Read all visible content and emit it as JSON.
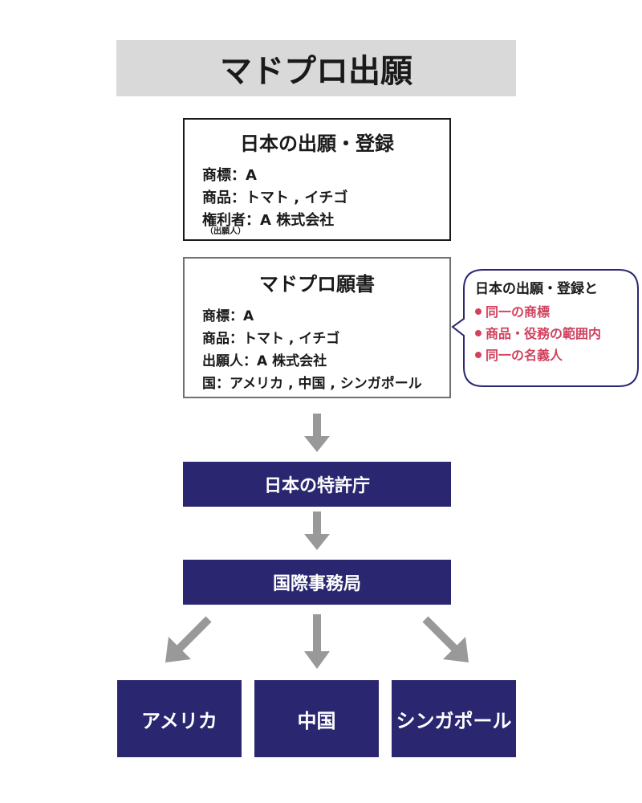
{
  "header": {
    "title": "マドプロ出願"
  },
  "japan_box": {
    "title": "日本の出願・登録",
    "lines": [
      "商標：A",
      "商品：トマト , イチゴ",
      "権利者：A 株式会社"
    ],
    "note": "（出願人）"
  },
  "madrid_box": {
    "title": "マドプロ願書",
    "lines": [
      "商標：A",
      "商品：トマト , イチゴ",
      "出願人：A 株式会社",
      "国：アメリカ , 中国 , シンガポール"
    ]
  },
  "callout": {
    "title": "日本の出願・登録と",
    "items": [
      "同一の商標",
      "商品・役務の範囲内",
      "同一の名義人"
    ],
    "accent_color": "#d1425f"
  },
  "flow": {
    "office": "日本の特許庁",
    "bureau": "国際事務局",
    "countries": [
      "アメリカ",
      "中国",
      "シンガポール"
    ]
  },
  "colors": {
    "navy": "#2a2770",
    "arrow": "#999999",
    "header_bg": "#d9d9d9"
  }
}
